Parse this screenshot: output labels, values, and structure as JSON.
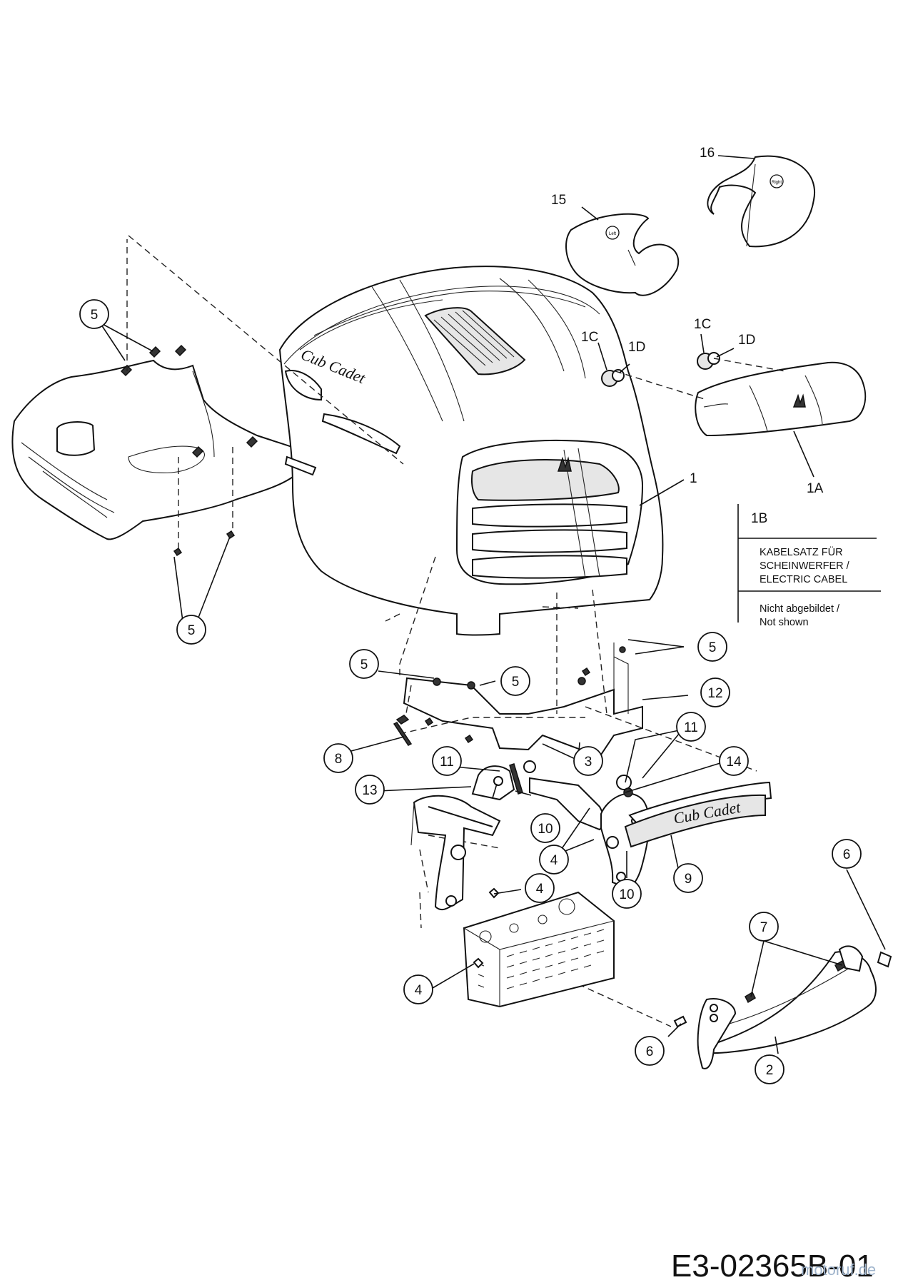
{
  "callouts": {
    "c1": "1",
    "c1a": "1A",
    "c1b": "1B",
    "c1c_a": "1C",
    "c1c_b": "1C",
    "c1d_a": "1D",
    "c1d_b": "1D",
    "c2": "2",
    "c3": "3",
    "c4_a": "4",
    "c4_b": "4",
    "c4_c": "4",
    "c5_a": "5",
    "c5_b": "5",
    "c5_c": "5",
    "c5_d": "5",
    "c5_e": "5",
    "c6_a": "6",
    "c6_b": "6",
    "c7": "7",
    "c8": "8",
    "c9": "9",
    "c10_a": "10",
    "c10_b": "10",
    "c11_a": "11",
    "c11_b": "11",
    "c12": "12",
    "c13": "13",
    "c14": "14",
    "c15": "15",
    "c16": "16"
  },
  "note": {
    "line1": "KABELSATZ FÜR",
    "line2": "SCHEINWERFER /",
    "line3": "ELECTRIC CABEL",
    "line4": "Nicht abgebildet /",
    "line5": "Not shown"
  },
  "brand": {
    "hood": "Cub Cadet",
    "bumper": "Cub Cadet"
  },
  "sticker": {
    "left": "Left",
    "right": "Right"
  },
  "drawing_code": "E3-02365B-01",
  "watermark": "motoruf.de"
}
